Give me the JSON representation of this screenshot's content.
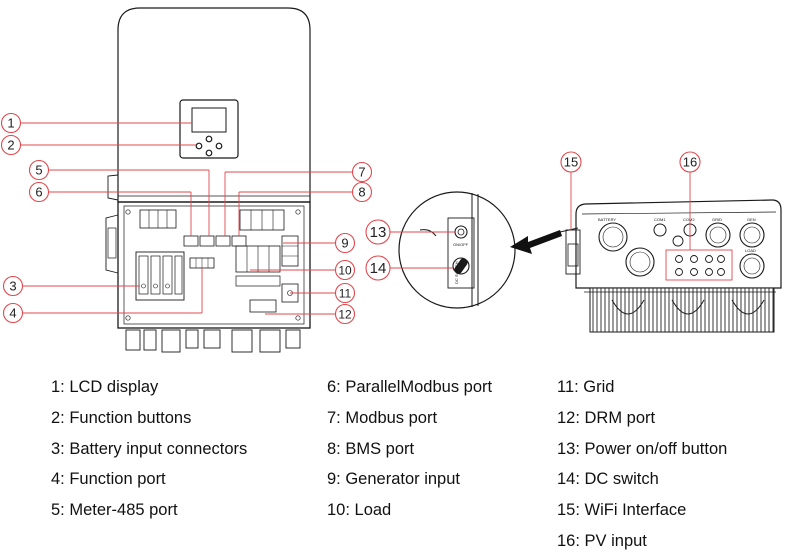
{
  "legend": {
    "columns": [
      [
        "1: LCD display",
        "2: Function buttons",
        "3: Battery input connectors",
        "4: Function port",
        "5: Meter-485 port"
      ],
      [
        "6: ParallelModbus port",
        "7: Modbus port",
        "8: BMS port",
        "9: Generator input",
        "10: Load"
      ],
      [
        "11: Grid",
        "12: DRM port",
        "13: Power on/off button",
        "14: DC switch",
        "15: WiFi Interface",
        "16: PV input"
      ]
    ]
  },
  "callouts": [
    "1",
    "2",
    "3",
    "4",
    "5",
    "6",
    "7",
    "8",
    "9",
    "10",
    "11",
    "12",
    "13",
    "14",
    "15",
    "16"
  ],
  "device_labels": {
    "onoff": "ON/OFF",
    "dc_switch": "DC SWITCH",
    "battery": "BATTERY",
    "com1": "COM1",
    "com2": "COM2",
    "grid": "GRID",
    "gen": "GEN",
    "load": "LOAD"
  },
  "colors": {
    "callout_line": "#e0484e",
    "outline": "#1a1a1a",
    "arrow": "#111111"
  }
}
